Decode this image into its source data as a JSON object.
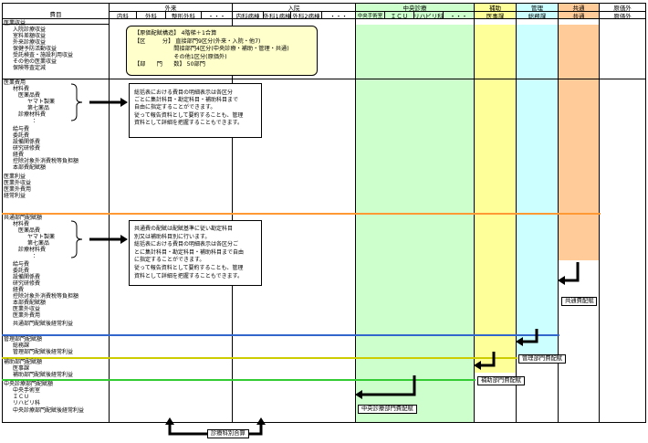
{
  "header": {
    "expense_col": "費目",
    "outpatient": "外来",
    "inpatient": "入院",
    "central": "中央診療",
    "support": "補助",
    "admin": "管理",
    "common": "共通",
    "outside": "原価外",
    "sub_outpatient": [
      "内科",
      "外科",
      "整形外科",
      "・・・"
    ],
    "sub_inpatient": [
      "内科病棟",
      "外科1病棟",
      "外科2病棟",
      "・・・"
    ],
    "sub_central": [
      "中央手術室",
      "ＩＣＵ",
      "リハビリ科",
      "・・・"
    ],
    "sub_support": "医事課",
    "sub_admin": "総務課",
    "sub_common": "共通",
    "sub_outside": "原価外"
  },
  "rows_revenue": [
    "医業収益",
    "入院診療収益",
    "室料差額収益",
    "外来診療収益",
    "保健予防活動収益",
    "受託検査・施設利用収益",
    "その他の医業収益",
    "保険等査定減"
  ],
  "rows_expense_a": [
    "医業費用",
    "材料費",
    "医薬品費",
    "ヤマト製薬",
    "第七薬品",
    "診療材料費",
    "：",
    "給与費",
    "委託費",
    "設備関係費",
    "研究研修費",
    "経費",
    "控除対象外消費税等負担額",
    "本部費配賦額",
    "医業利益",
    "医業外収益",
    "医業外費用",
    "経常利益"
  ],
  "rows_common": [
    "共通部門配賦額",
    "材料費",
    "医薬品費",
    "ヤマト製薬",
    "第七薬品",
    "診療材料費",
    "：",
    "給与費",
    "委託費",
    "設備関係費",
    "研究研修費",
    "経費",
    "控除対象外消費税等負担額",
    "本部費配賦額",
    "医業外収益",
    "医業外費用",
    "共通部門配賦後経常利益"
  ],
  "rows_admin": [
    "管理部門配賦額",
    "総務課",
    "管理部門配賦後経常利益"
  ],
  "rows_support": [
    "補助部門配賦額",
    "医事課",
    "補助部門配賦後経常利益"
  ],
  "rows_central": [
    "中央診療部門配賦額",
    "中央手術室",
    "ＩＣＵ",
    "リハビリ科",
    "中央診療部門配賦後経常利益"
  ],
  "info_box": {
    "line1": "【原価配賦構造】 4階梯＋1合算",
    "line2": "【区　　　分】 直接部門9区分(外来・入院・他7)",
    "line3": "　　　　　　　間接部門4区分(中央診療・補助・管理・共通)",
    "line4": "　　　　　　　その他1区分(原価外)",
    "line5": "【部　　門　　数】 50部門"
  },
  "note_box_1": {
    "lines": [
      "総括表における費目の明細表示は各区分",
      "ごとに集計科目・勘定科目・補助科目まで",
      "自由に指定することができます。",
      "従って報告資料として要約することも、管理",
      "資料として詳細を把握することもできます。"
    ]
  },
  "note_box_2": {
    "lines": [
      "共通費の配賦は配賦基準に従い勘定科目",
      "別又は補助科目別に行います。",
      "総括表における費目の明細表示は各区分ご",
      "とに集計科目・勘定科目・補助科目まで自由",
      "に指定することができます。",
      "従って報告資料として要約することも、管理",
      "資料として詳細を把握することもできます。"
    ]
  },
  "labels": {
    "common_alloc": "共通費配賦",
    "admin_alloc": "管理部門費配賦",
    "support_alloc": "補助部門費配賦",
    "central_alloc": "中央診療部門費配賦",
    "dept_total": "診療科別合算"
  },
  "colors": {
    "central": "#ccffcc",
    "support": "#ffff99",
    "admin": "#ccffff",
    "common": "#ffcc99",
    "common_line": "#ff9933",
    "admin_line": "#3366cc",
    "support_line": "#cccc00",
    "central_line": "#33cc33"
  }
}
